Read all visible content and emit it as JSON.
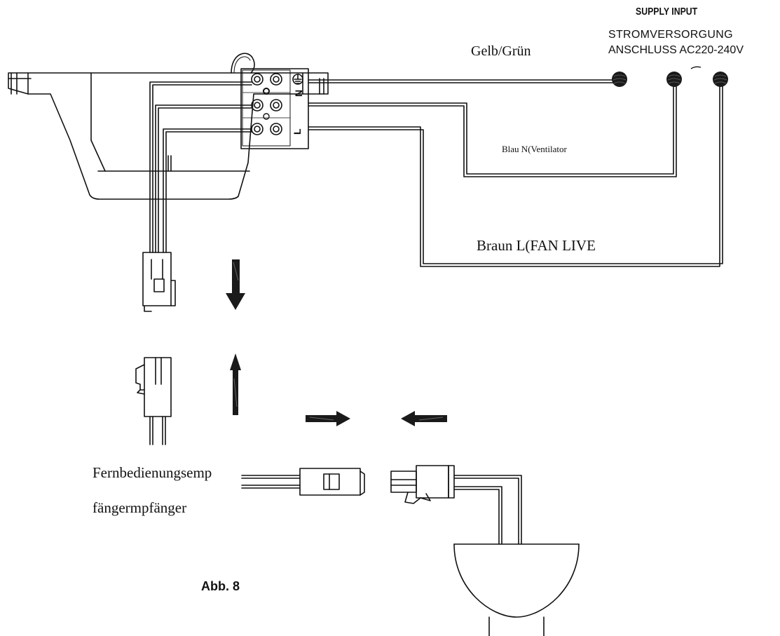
{
  "labels": {
    "supply_input": "SUPPLY INPUT",
    "stromversorgung": "STROMVERSORGUNG",
    "anschluss": "ANSCHLUSS AC220-240V",
    "earth_wire": "Gelb/Grün",
    "neutral_wire": "Blau N(Ventilator",
    "live_wire": "Braun L(FAN LIVE",
    "receiver_line1": "Fernbedienungsemp",
    "receiver_line2": "fängermpfänger",
    "figure": "Abb. 8"
  },
  "terminal_letters": {
    "neutral": "N",
    "live": "L"
  },
  "icons": [
    "earth-symbol-icon",
    "arrow-down-icon",
    "arrow-up-icon",
    "arrow-right-icon",
    "arrow-left-icon"
  ],
  "colors": {
    "line": "#111111",
    "background": "#ffffff"
  }
}
